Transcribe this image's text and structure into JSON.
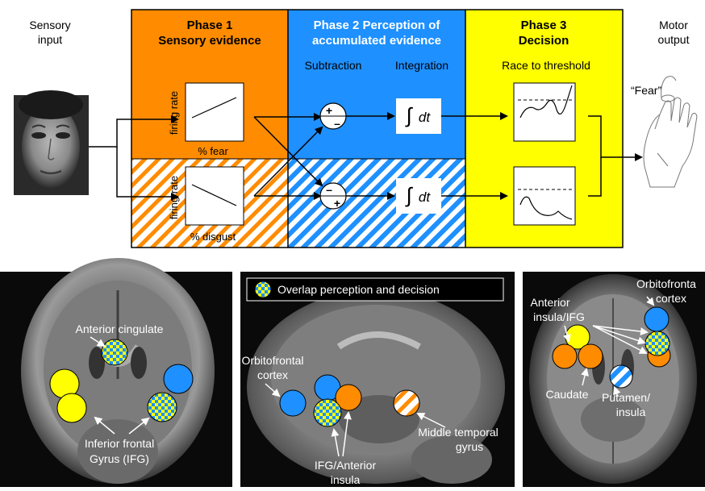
{
  "top": {
    "sensory_input": [
      "Sensory",
      "input"
    ],
    "motor_output": [
      "Motor",
      "output"
    ],
    "phase1": {
      "title": "Phase 1",
      "subtitle": "Sensory evidence",
      "color": "#FF8C00"
    },
    "phase2": {
      "title": "Phase 2 Perception of",
      "subtitle": "accumulated evidence",
      "sub_left": "Subtraction",
      "sub_right": "Integration",
      "color": "#1E90FF"
    },
    "phase3": {
      "title": "Phase 3",
      "subtitle": "Decision",
      "sub": "Race to threshold",
      "color": "#FFFF00"
    },
    "fear_plot": {
      "ylabel": "firing rate",
      "xlabel": "% fear"
    },
    "disgust_plot": {
      "ylabel": "firing rate",
      "xlabel": "% disgust"
    },
    "sub_top": {
      "plus": "+",
      "minus": "–"
    },
    "sub_bottom": {
      "plus": "+",
      "minus": "–"
    },
    "integral": {
      "sign": "∫",
      "label": "dt"
    },
    "fear_label": "“Fear”"
  },
  "panels": {
    "coronal": {
      "labels": {
        "anterior_cingulate": "Anterior cingulate",
        "ifg": [
          "Inferior frontal",
          "Gyrus (IFG)"
        ]
      }
    },
    "sagittal": {
      "legend": "Overlap perception and decision",
      "labels": {
        "orbitofrontal": [
          "Orbitofrontal",
          "cortex"
        ],
        "middle_temporal": [
          "Middle temporal",
          "gyrus"
        ],
        "ifg_insula": [
          "IFG/Anterior",
          "insula"
        ]
      }
    },
    "axial": {
      "labels": {
        "orbitofrontal": [
          "Orbitofronta",
          "cortex"
        ],
        "anterior_insula": [
          "Anterior",
          "insula/IFG"
        ],
        "caudate": "Caudate",
        "putamen": [
          "Putamen/",
          "insula"
        ]
      }
    }
  }
}
